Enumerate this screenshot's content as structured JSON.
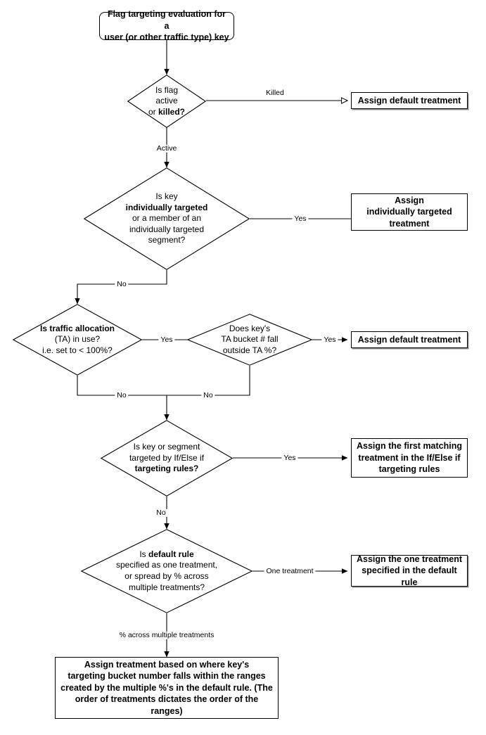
{
  "diagram": {
    "title": "Flag targeting evaluation decision flow",
    "type": "flowchart",
    "colors": {
      "stroke": "#000000",
      "fill": "#ffffff",
      "text": "#000000",
      "shadow": "#8c8c8c"
    }
  },
  "nodes": {
    "start": {
      "shape": "rounded-rectangle",
      "line1": "Flag targeting evaluation for a",
      "line2": "user (or other traffic type) key"
    },
    "d1": {
      "shape": "diamond",
      "line1": "Is flag",
      "line2": "active",
      "line3_plain": "or ",
      "line3_bold": "killed?"
    },
    "d2": {
      "shape": "diamond",
      "line1": "Is key",
      "line2_bold": "individually targeted",
      "line3": "or a member of an",
      "line4": "individually targeted",
      "line5": "segment?"
    },
    "d3": {
      "shape": "diamond",
      "line1_bold": "Is traffic allocation",
      "line2": "(TA) in use?",
      "line3": "i.e. set to < 100%?"
    },
    "d4": {
      "shape": "diamond",
      "line1": "Does key's",
      "line2": "TA bucket # fall",
      "line3": "outside TA %?"
    },
    "d5": {
      "shape": "diamond",
      "line1": "Is key or segment",
      "line2": "targeted by If/Else if",
      "line3_bold": "targeting rules?"
    },
    "d6": {
      "shape": "diamond",
      "line1_plain": "Is ",
      "line1_bold": "default rule",
      "line2": "specified as one treatment,",
      "line3": "or spread by % across",
      "line4": "multiple treatments?"
    },
    "t1": {
      "shape": "rectangle",
      "line1": "Assign default treatment"
    },
    "t2": {
      "shape": "rectangle",
      "line1": "Assign",
      "line2": "individually targeted",
      "line3": "treatment"
    },
    "t3": {
      "shape": "rectangle",
      "line1": "Assign default treatment"
    },
    "t4": {
      "shape": "rectangle",
      "line1": "Assign the first matching",
      "line2": "treatment in the If/Else if",
      "line3": "targeting rules"
    },
    "t5": {
      "shape": "rectangle",
      "line1": "Assign the one treatment",
      "line2": "specified in the default rule"
    },
    "t6": {
      "shape": "rectangle",
      "line1": "Assign treatment based on where key's",
      "line2": "targeting bucket number falls within the ranges",
      "line3": "created by the multiple %'s in the default rule. (The",
      "line4": "order of treatments dictates the order of the ranges)"
    }
  },
  "edges": {
    "e_start_d1": {
      "label": ""
    },
    "e_d1_killed": {
      "label": "Killed"
    },
    "e_d1_active": {
      "label": "Active"
    },
    "e_d2_yes": {
      "label": "Yes"
    },
    "e_d2_no": {
      "label": "No"
    },
    "e_d3_yes": {
      "label": "Yes"
    },
    "e_d3_no": {
      "label": "No"
    },
    "e_d4_yes": {
      "label": "Yes"
    },
    "e_d4_no": {
      "label": "No"
    },
    "e_d5_yes": {
      "label": "Yes"
    },
    "e_d5_no": {
      "label": "No"
    },
    "e_d6_one": {
      "label": "One treatment"
    },
    "e_d6_pct": {
      "label": "% across multiple treatments"
    }
  }
}
